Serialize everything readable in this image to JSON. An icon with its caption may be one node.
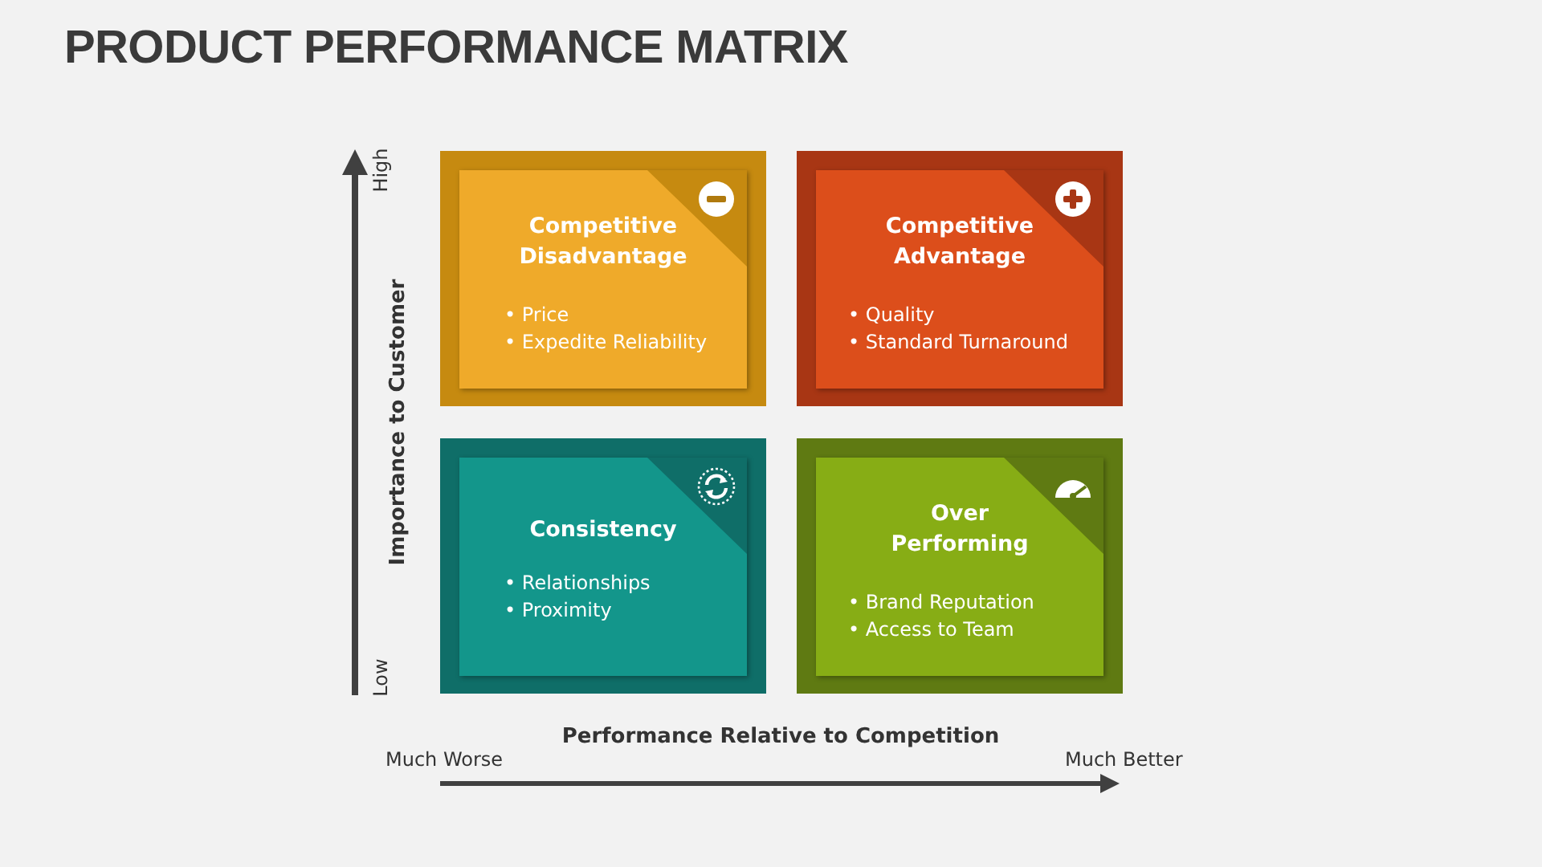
{
  "diagram": {
    "title": "PRODUCT PERFORMANCE MATRIX",
    "nodes": [
      {
        "text": [
          "Competitive Disadvantage",
          "• Price",
          "• Expedite Reliability"
        ]
      },
      {
        "text": [
          "Competitive Advantage",
          "• Quality",
          "• Standard Turnaround"
        ]
      },
      {
        "text": [
          "Consistency",
          "• Relationships",
          "• Proximity"
        ]
      },
      {
        "text": [
          "Over Performing",
          "• Brand Reputation",
          "• Access to Team"
        ]
      }
    ],
    "edges": [],
    "labels": [
      "High",
      "Importance to Customer",
      "Low",
      "Performance Relative to Competition",
      "Much Worse",
      "Much Better"
    ]
  }
}
